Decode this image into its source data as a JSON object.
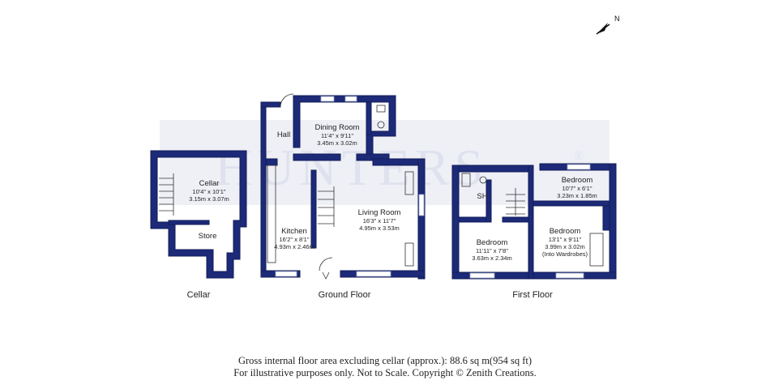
{
  "watermark": {
    "brand": "HUNTERS",
    "mark": "®"
  },
  "compass": {
    "north_label": "N"
  },
  "floors": [
    {
      "label": "Cellar"
    },
    {
      "label": "Ground Floor"
    },
    {
      "label": "First Floor"
    }
  ],
  "rooms": {
    "cellar": {
      "name": "Cellar",
      "imperial": "10'4\" x 10'1\"",
      "metric": "3.15m x 3.07m"
    },
    "store": {
      "name": "Store"
    },
    "hall": {
      "name": "Hall"
    },
    "dining_room": {
      "name": "Dining Room",
      "imperial": "11'4\" x 9'11\"",
      "metric": "3.45m x 3.02m"
    },
    "kitchen": {
      "name": "Kitchen",
      "imperial": "16'2\" x 8'1\"",
      "metric": "4.93m x 2.46m"
    },
    "living_room": {
      "name": "Living Room",
      "imperial": "16'3\" x 11'7\"",
      "metric": "4.95m x 3.53m"
    },
    "bedroom_small": {
      "name": "Bedroom",
      "imperial": "10'7\" x 6'1\"",
      "metric": "3.23m x 1.85m"
    },
    "bedroom_left": {
      "name": "Bedroom",
      "imperial": "11'11\" x 7'8\"",
      "metric": "3.63m x 2.34m"
    },
    "bedroom_right": {
      "name": "Bedroom",
      "imperial": "13'1\" x 9'11\"",
      "metric": "3.99m x 3.02m",
      "note": "(Into Wardrobes)"
    },
    "shower": {
      "name": "SH"
    }
  },
  "footer": {
    "line1": "Gross internal floor area excluding cellar (approx.): 88.6 sq m(954 sq ft)",
    "line2": "For illustrative purposes only. Not to Scale. Copyright © Zenith Creations."
  }
}
